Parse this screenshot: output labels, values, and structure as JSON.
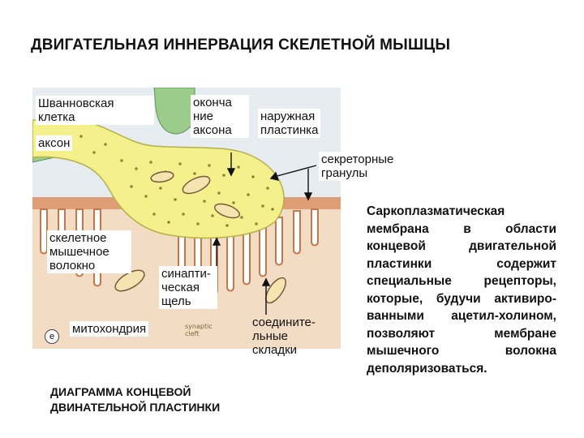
{
  "title": "ДВИГАТЕЛЬНАЯ ИННЕРВАЦИЯ СКЕЛЕТНОЙ МЫШЦЫ",
  "labels": {
    "schwann_cell": "Шванновская\nклетка",
    "axon": "аксон",
    "axon_terminal": "оконча\nние\nаксона",
    "outer_lamina": "наружная\nпластинка",
    "secretory_granules": "секреторные\nгранулы",
    "skeletal_fiber": "скелетное\nмышечное\nволокно",
    "synaptic_cleft": "синапти-\nческая\nщель",
    "mitochondrion": "митохондрия",
    "junctional_folds": "соедините-\nльные\nскладки"
  },
  "inner_tags": {
    "synaptic_cleft_en": "synaptic\ncleft",
    "panel_letter": "e"
  },
  "caption": "ДИАГРАММА КОНЦЕВОЙ\nДВИНАТЕЛЬНОЙ ПЛАСТИНКИ",
  "side_text": "Саркоплазматическая мембрана в области концевой двигательной пластинки содержит специальные рецепторы, которые, будучи активиро-ванными ацетил-холином, позволяют мембране мышечного волокна деполяризоваться.",
  "colors": {
    "axon_fill": "#f4f08c",
    "granules": "#8a8a3a",
    "muscle_fill": "#f2dcc4",
    "muscle_band": "#d98a5e",
    "schwann_green": "#9ccc8c",
    "background_panel": "#e9eef2",
    "arrow": "#111111"
  }
}
